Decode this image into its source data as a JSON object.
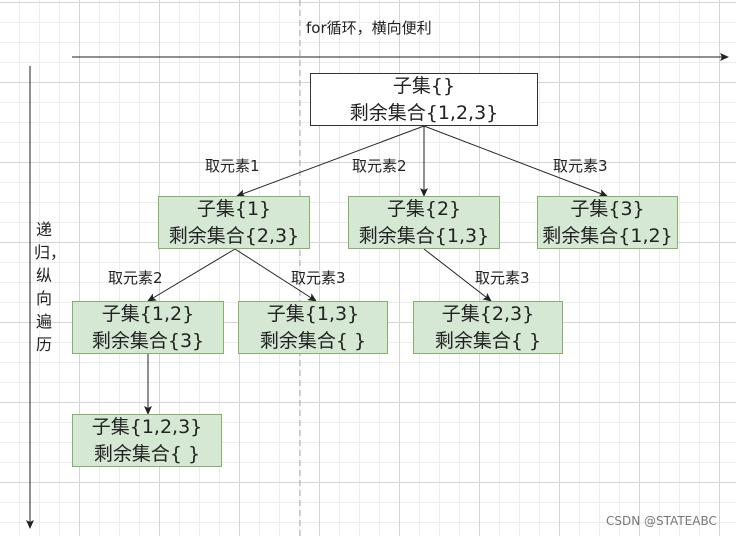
{
  "header": {
    "horizontal_label": "for循环，横向便利"
  },
  "side": {
    "vertical_label": "递归，纵向遍历"
  },
  "nodes": {
    "root": {
      "line1": "子集{}",
      "line2": "剩余集合{1,2,3}"
    },
    "n1": {
      "line1": "子集{1}",
      "line2": "剩余集合{2,3}"
    },
    "n2": {
      "line1": "子集{2}",
      "line2": "剩余集合{1,3}"
    },
    "n3": {
      "line1": "子集{3}",
      "line2": "剩余集合{1,2}"
    },
    "n12": {
      "line1": "子集{1,2}",
      "line2": "剩余集合{3}"
    },
    "n13": {
      "line1": "子集{1,3}",
      "line2": "剩余集合{ }"
    },
    "n23": {
      "line1": "子集{2,3}",
      "line2": "剩余集合{ }"
    },
    "n123": {
      "line1": "子集{1,2,3}",
      "line2": "剩余集合{ }"
    }
  },
  "edges": {
    "root_n1": "取元素1",
    "root_n2": "取元素2",
    "root_n3": "取元素3",
    "n1_n12": "取元素2",
    "n1_n13": "取元素3",
    "n2_n23": "取元素3"
  },
  "colors": {
    "node_fill": "#d5e8d4",
    "node_border": "#82b366",
    "root_fill": "#ffffff",
    "line": "#333333"
  },
  "watermark": "CSDN @STATEABC"
}
